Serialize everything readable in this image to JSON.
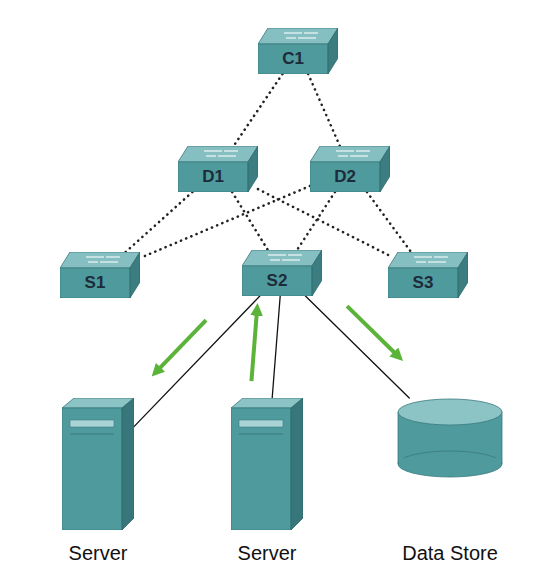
{
  "diagram": {
    "nodes": [
      {
        "text": [
          "C1"
        ]
      },
      {
        "text": [
          "D1"
        ]
      },
      {
        "text": [
          "D2"
        ]
      },
      {
        "text": [
          "S1"
        ]
      },
      {
        "text": [
          "S2"
        ]
      },
      {
        "text": [
          "S3"
        ]
      },
      {
        "text": [
          "Server"
        ]
      },
      {
        "text": [
          "Server"
        ]
      },
      {
        "text": [
          "Data Store"
        ]
      }
    ],
    "edges": [
      {
        "from": 0,
        "to": 1,
        "arrow": "none"
      },
      {
        "from": 0,
        "to": 2,
        "arrow": "none"
      },
      {
        "from": 1,
        "to": 3,
        "arrow": "none"
      },
      {
        "from": 1,
        "to": 4,
        "arrow": "none"
      },
      {
        "from": 1,
        "to": 5,
        "arrow": "none"
      },
      {
        "from": 2,
        "to": 3,
        "arrow": "none"
      },
      {
        "from": 2,
        "to": 4,
        "arrow": "none"
      },
      {
        "from": 2,
        "to": 5,
        "arrow": "none"
      },
      {
        "from": 4,
        "to": 6,
        "arrow": "to"
      },
      {
        "from": 7,
        "to": 4,
        "arrow": "to"
      },
      {
        "from": 4,
        "to": 8,
        "arrow": "to"
      }
    ]
  }
}
